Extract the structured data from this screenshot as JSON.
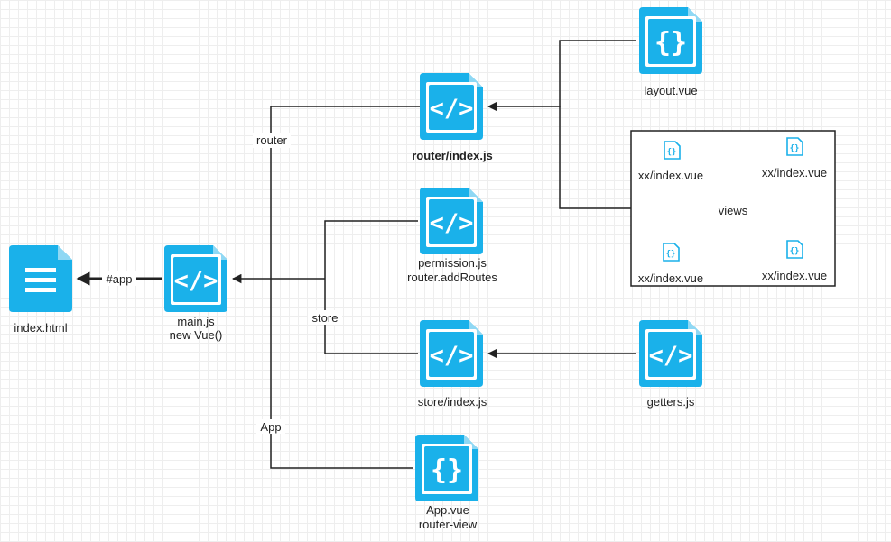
{
  "nodes": {
    "index_html": {
      "label": "index.html",
      "icon": "document-icon"
    },
    "main_js": {
      "label_line1": "main.js",
      "label_line2": "new Vue()",
      "icon": "js-code-icon"
    },
    "router_index": {
      "label": "router/index.js",
      "icon": "js-code-icon"
    },
    "permission_js": {
      "label_line1": "permission.js",
      "label_line2": "router.addRoutes",
      "icon": "js-code-icon"
    },
    "store_index": {
      "label": "store/index.js",
      "icon": "js-code-icon"
    },
    "app_vue": {
      "label_line1": "App.vue",
      "label_line2": "router-view",
      "icon": "vue-braces-icon"
    },
    "layout_vue": {
      "label": "layout.vue",
      "icon": "vue-braces-icon"
    },
    "getters_js": {
      "label": "getters.js",
      "icon": "js-code-icon"
    },
    "views": {
      "label": "views",
      "items": [
        {
          "label": "xx/index.vue",
          "icon": "vue-braces-icon"
        },
        {
          "label": "xx/index.vue",
          "icon": "vue-braces-icon"
        },
        {
          "label": "xx/index.vue",
          "icon": "vue-braces-icon"
        },
        {
          "label": "xx/index.vue",
          "icon": "vue-braces-icon"
        }
      ]
    }
  },
  "edges": {
    "app_mount": "#app",
    "router": "router",
    "store": "store",
    "app": "App"
  },
  "colors": {
    "icon": "#1ab1ea",
    "icon_fold": "#8fd8f4",
    "line": "#222222"
  }
}
